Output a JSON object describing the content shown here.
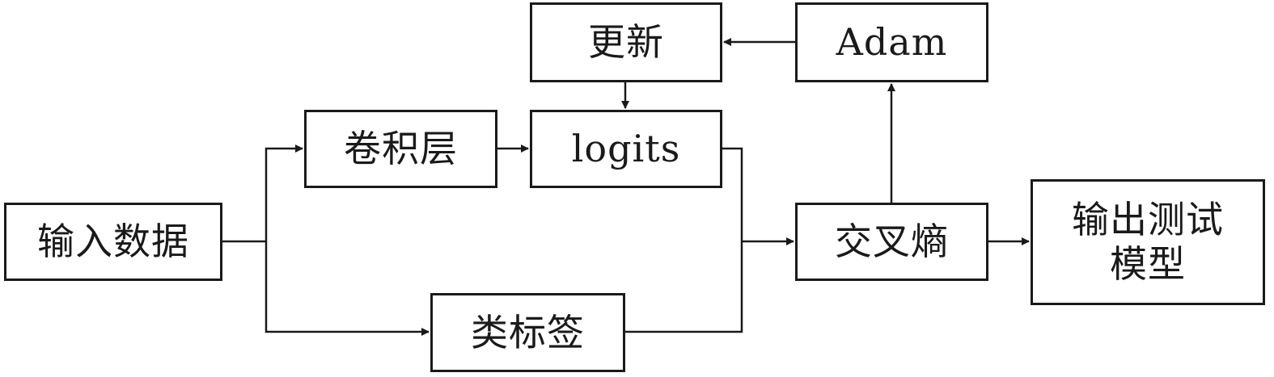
{
  "diagram": {
    "nodes": {
      "input": "输入数据",
      "conv": "卷积层",
      "logits": "logits",
      "update": "更新",
      "adam": "Adam",
      "label": "类标签",
      "cross_entropy": "交叉熵",
      "output": "输出测试模型"
    },
    "edges": [
      {
        "from": "input",
        "to": "conv"
      },
      {
        "from": "input",
        "to": "label"
      },
      {
        "from": "conv",
        "to": "logits"
      },
      {
        "from": "logits",
        "to": "cross_entropy"
      },
      {
        "from": "label",
        "to": "cross_entropy"
      },
      {
        "from": "cross_entropy",
        "to": "adam"
      },
      {
        "from": "adam",
        "to": "update"
      },
      {
        "from": "update",
        "to": "logits"
      },
      {
        "from": "cross_entropy",
        "to": "output"
      }
    ],
    "colors": {
      "stroke": "#1a1a1a",
      "background": "#ffffff"
    }
  }
}
